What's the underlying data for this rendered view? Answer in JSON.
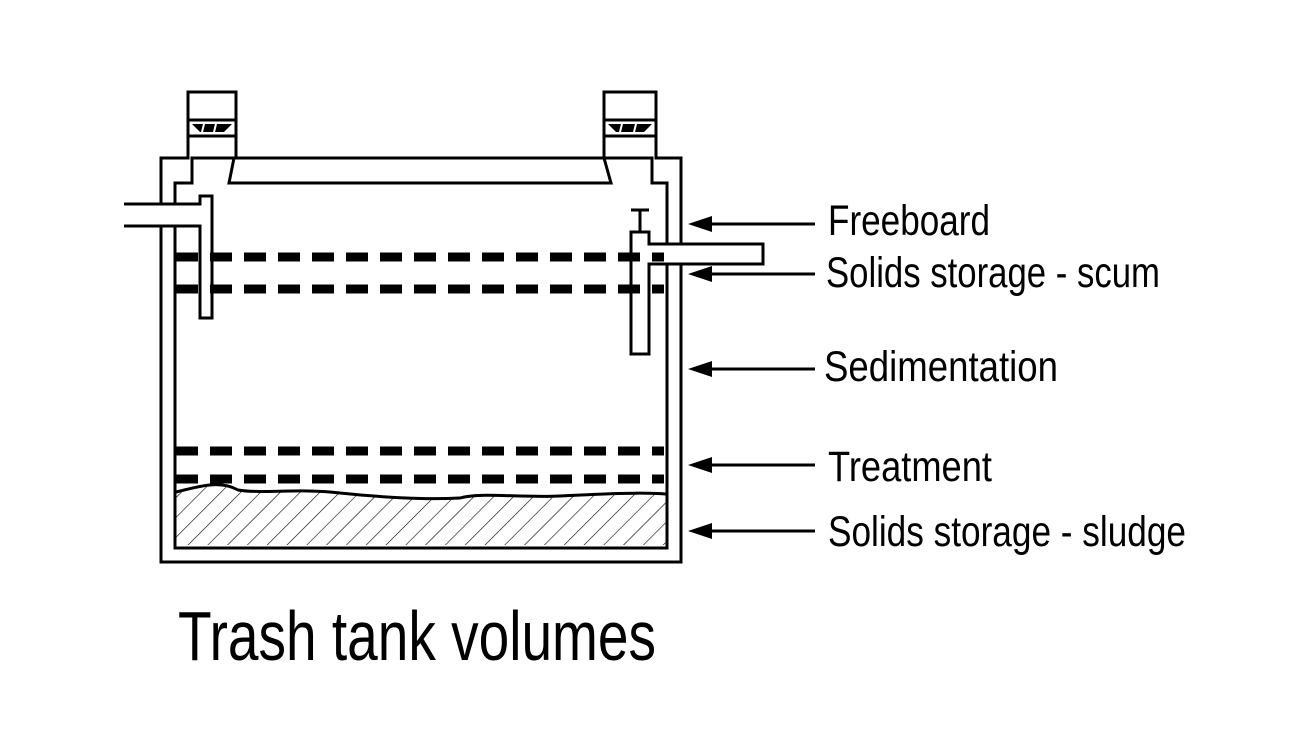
{
  "title": "Trash tank volumes",
  "zones": [
    {
      "id": "freeboard",
      "label": "Freeboard"
    },
    {
      "id": "scum",
      "label": "Solids storage - scum"
    },
    {
      "id": "sedimentation",
      "label": "Sedimentation"
    },
    {
      "id": "treatment",
      "label": "Treatment"
    },
    {
      "id": "sludge",
      "label": "Solids storage - sludge"
    }
  ],
  "colors": {
    "ink": "#000000",
    "background": "#ffffff"
  }
}
